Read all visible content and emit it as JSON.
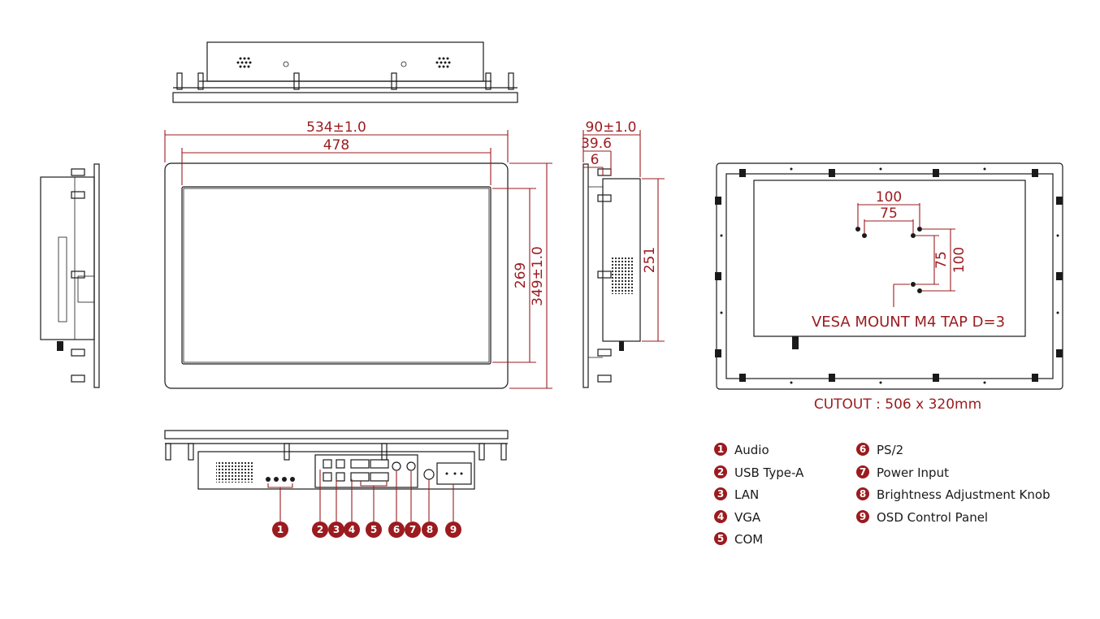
{
  "dimensions": {
    "overall_width": "534±1.0",
    "screen_width": "478",
    "screen_height": "269",
    "overall_height": "349±1.0",
    "depth_total": "90±1.0",
    "depth_body": "39.6",
    "depth_bezel": "6",
    "body_height": "251"
  },
  "vesa": {
    "horizontal_outer": "100",
    "horizontal_inner": "75",
    "vertical_inner": "75",
    "vertical_outer": "100",
    "label": "VESA MOUNT M4 TAP D=3"
  },
  "cutout": "CUTOUT : 506 x 320mm",
  "legend": [
    {
      "num": "1",
      "label": "Audio"
    },
    {
      "num": "2",
      "label": "USB Type-A"
    },
    {
      "num": "3",
      "label": "LAN"
    },
    {
      "num": "4",
      "label": "VGA"
    },
    {
      "num": "5",
      "label": "COM"
    },
    {
      "num": "6",
      "label": "PS/2"
    },
    {
      "num": "7",
      "label": "Power Input"
    },
    {
      "num": "8",
      "label": "Brightness Adjustment Knob"
    },
    {
      "num": "9",
      "label": "OSD Control Panel"
    }
  ],
  "colors": {
    "accent": "#9b1b1f",
    "line": "#1a1a1a"
  }
}
